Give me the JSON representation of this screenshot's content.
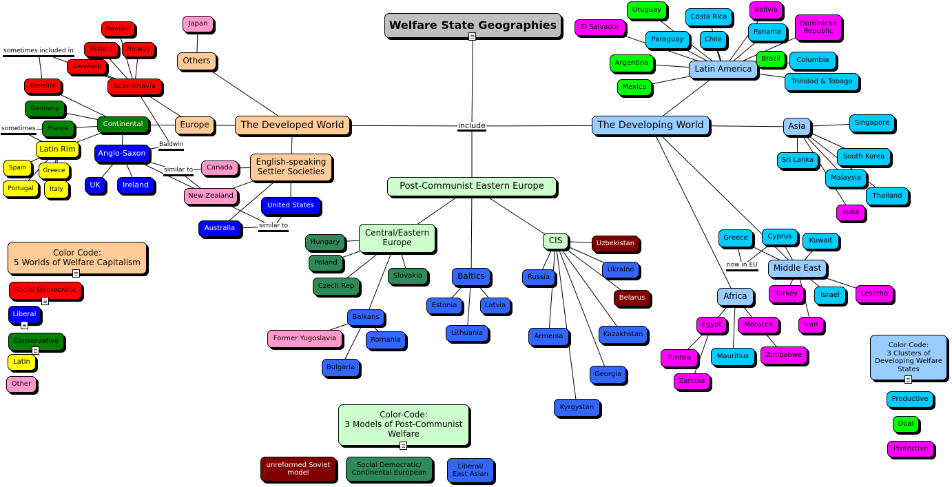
{
  "title": "Welfare State Geographies",
  "colors": {
    "title": "#c0c0c0",
    "developed": "#ffcc99",
    "developing": "#99ccff",
    "postcommunist": "#ccffcc",
    "social_democratic": "#ff0000",
    "liberal": "#0000ff",
    "conservative": "#008000",
    "latin": "#ffff00",
    "other": "#ff99cc",
    "unreformed_soviet": "#800000",
    "sd_continental_european": "#2e8b57",
    "liberal_east_asian": "#3366ff",
    "productive": "#00ccff",
    "dual": "#00ff00",
    "protective": "#ff00ff"
  },
  "nodes": {
    "title": "Welfare State Geographies",
    "developed": "The Developed World",
    "developing": "The Developing World",
    "postcommunist": "Post-Communist Eastern Europe",
    "others": "Others",
    "japan": "Japan",
    "europe": "Europe",
    "scandinavia": "Scandinavia",
    "sweden": "Sweden",
    "finland": "Finland",
    "norway": "Norway",
    "denmark": "Denmark",
    "benelux": "Benelux",
    "continental": "Continental",
    "germany": "Germany",
    "france": "France",
    "latin_rim": "Latin Rim",
    "spain": "Spain",
    "greece_eu": "Greece",
    "portugal": "Portugal",
    "italy": "Italy",
    "anglo_saxon": "Anglo-Saxon",
    "uk": "UK",
    "ireland": "Ireland",
    "settler": "English-speaking\nSettler Societies",
    "canada": "Canada",
    "new_zealand": "New Zealand",
    "united_states": "United States",
    "australia": "Australia",
    "central_eastern": "Central/Eastern\nEurope",
    "hungary": "Hungary",
    "poland": "Poland",
    "czech": "Czech Rep",
    "slovakia": "Slovakia",
    "balkans": "Balkans",
    "former_yugoslavia": "Former Yugoslavia",
    "romania": "Romania",
    "bulgaria": "Bulgaria",
    "baltics": "Baltics",
    "estonia": "Estonia",
    "latvia": "Latvia",
    "lithuania": "Lithuania",
    "cis": "CIS",
    "uzbekistan": "Uzbekistan",
    "ukraine": "Ukraine",
    "belarus": "Belarus",
    "russia": "Russia",
    "armenia": "Armenia",
    "kazakhstan": "Kazakhstan",
    "georgia": "Georgia",
    "kyrgystan": "Kyrgystan",
    "latin_america": "Latin America",
    "uruguay": "Uruguay",
    "el_salvador": "El Salvador",
    "paraguay": "Paraguay",
    "costa_rica": "Costa Rica",
    "chile": "Chile",
    "bolivia": "Bolivia",
    "panama": "Panama",
    "dominican": "Dominican\nRepublic",
    "argentina": "Argentina",
    "brazil": "Brazil",
    "columbia": "Columbia",
    "mexico": "Mexico",
    "trinidad": "Trinidad & Tobago",
    "asia": "Asia",
    "singapore": "Singapore",
    "sri_lanka": "Sri Lanka",
    "south_korea": "South Korea",
    "malaysia": "Malaysia",
    "thailand": "Thailand",
    "india": "India",
    "middle_east": "Middle East",
    "greece_me": "Greece",
    "cyprus": "Cyprus",
    "kuwait": "Kuwait",
    "turkey": "Turkey",
    "israel": "Israel",
    "lesotho": "Lesotho",
    "iran": "Iran",
    "africa": "Africa",
    "egypt": "Egypt",
    "morocco": "Morocco",
    "tunisia": "Tunisia",
    "mauritius": "Mauritius",
    "zimbabwe": "Zimbabwe",
    "zambia": "Zambia"
  },
  "link_labels": {
    "include": "include",
    "sometimes_included_in": "sometimes included in",
    "sometimes": "sometimes",
    "baldwin": "Baldwin",
    "similar_to_1": "similar to",
    "similar_to_2": "similar to",
    "now_in_eu": "now in EU"
  },
  "legend_worlds": {
    "title": "Color Code:\n5 Worlds of Welfare Capitalism",
    "social_democratic": "Social Democratic",
    "liberal": "Liberal",
    "conservative": "Conservative",
    "latin": "Latin",
    "other": "Other"
  },
  "legend_postcommunist": {
    "title": "Color-Code:\n3 Models of Post-Communist\nWelfare",
    "unreformed": "unreformed Soviet\nmodel",
    "sd_continental": "Social Democratic/\nContinental European",
    "liberal_east_asian": "Liberal/\nEast Asian"
  },
  "legend_developing": {
    "title": "Color Code:\n3 Clusters of\nDeveloping Welfare\nStates",
    "productive": "Productive",
    "dual": "Dual",
    "protective": "Protective"
  }
}
